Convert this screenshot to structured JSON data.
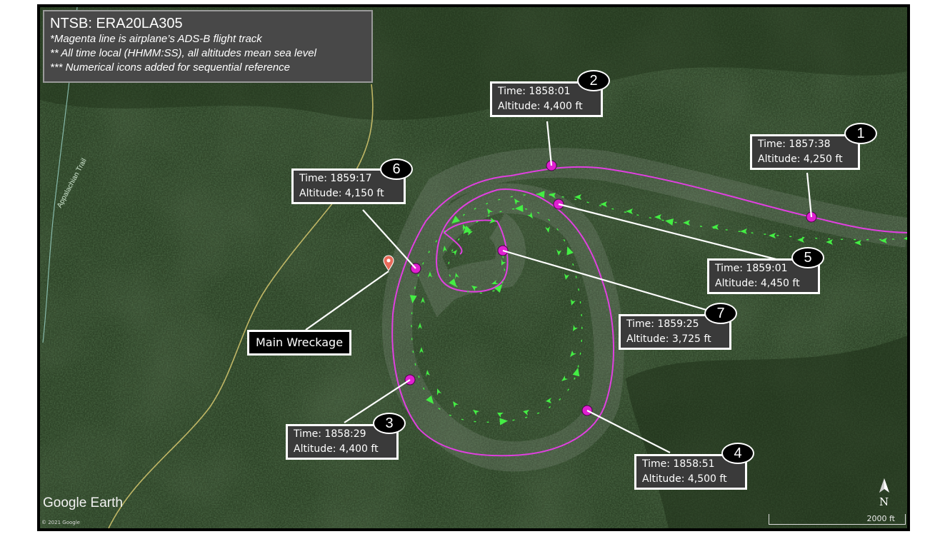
{
  "title": {
    "line1": "NTSB: ERA20LA305",
    "line2": "*Magenta line is airplane’s ADS-B flight track",
    "line3": "** All time local (HHMM:SS), all altitudes mean sea level",
    "line4": "*** Numerical icons added for sequential reference"
  },
  "points": [
    {
      "num": "1",
      "time": "Time: 1857:38",
      "altitude": "Altitude: 4,250 ft"
    },
    {
      "num": "2",
      "time": "Time: 1858:01",
      "altitude": "Altitude: 4,400 ft"
    },
    {
      "num": "3",
      "time": "Time: 1858:29",
      "altitude": "Altitude: 4,400 ft"
    },
    {
      "num": "4",
      "time": "Time: 1858:51",
      "altitude": "Altitude: 4,500 ft"
    },
    {
      "num": "5",
      "time": "Time: 1859:01",
      "altitude": "Altitude: 4,450 ft"
    },
    {
      "num": "6",
      "time": "Time: 1859:17",
      "altitude": "Altitude: 4,150 ft"
    },
    {
      "num": "7",
      "time": "Time: 1859:25",
      "altitude": "Altitude: 3,725 ft"
    }
  ],
  "wreckage_label": "Main Wreckage",
  "trail_label": "Appalachian Trail",
  "attribution": "Google Earth",
  "copyright": "© 2021 Google",
  "scale_label": "2000 ft",
  "north_label": "N",
  "colors": {
    "track": "#e040e0",
    "marker": "#e020d0",
    "arrow": "#44ee44",
    "forest": "#2b3f25"
  }
}
